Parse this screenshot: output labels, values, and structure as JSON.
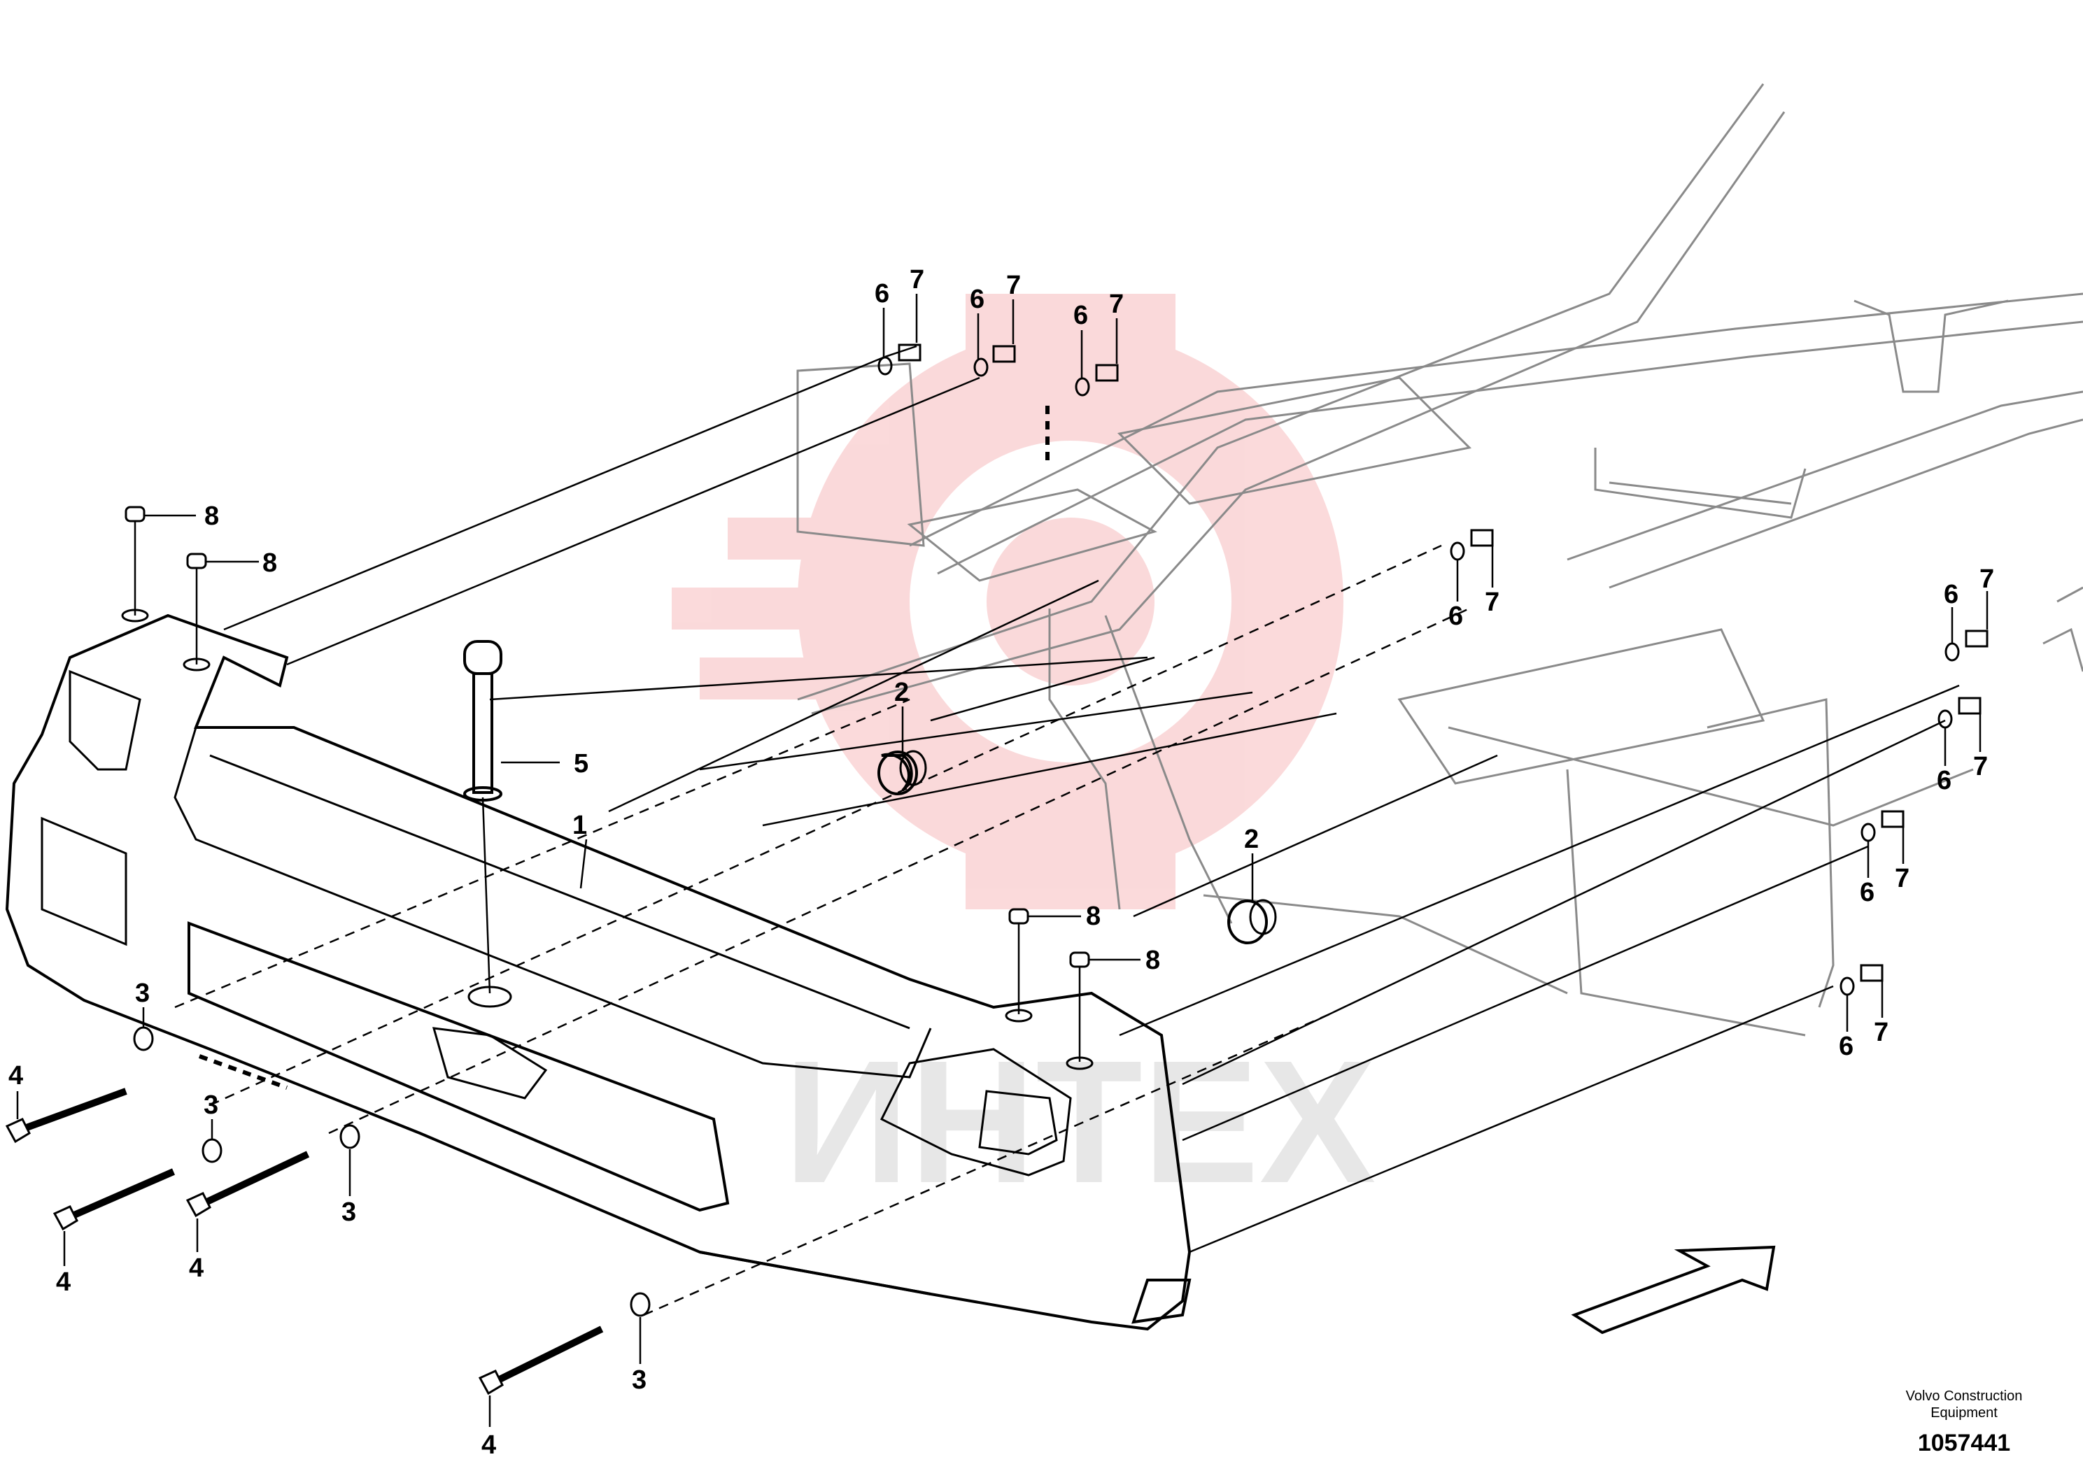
{
  "watermark": {
    "text": "ИНТЕХ",
    "logo_color": "#e8343a"
  },
  "callouts": {
    "c_6a": "6",
    "c_7a": "7",
    "c_6b": "6",
    "c_7b": "7",
    "c_6c": "6",
    "c_7c": "7",
    "c_8a": "8",
    "c_8b": "8",
    "c_8c": "8",
    "c_8d": "8",
    "c_5": "5",
    "c_1": "1",
    "c_2a": "2",
    "c_2b": "2",
    "c_6d": "6",
    "c_7d": "7",
    "c_6e": "6",
    "c_7e": "7",
    "c_6f": "6",
    "c_7f": "7",
    "c_6g": "6",
    "c_7g": "7",
    "c_6h": "6",
    "c_7h": "7",
    "c_3a": "3",
    "c_4a": "4",
    "c_3b": "3",
    "c_4b": "4",
    "c_3c": "3",
    "c_4c": "4",
    "c_3d": "3",
    "c_4d": "4"
  },
  "caption": {
    "company": "Volvo Construction Equipment",
    "drawing_number": "1057441"
  },
  "icons": {
    "direction_arrow": "direction-arrow-icon",
    "watermark_logo": "gear-logo-icon"
  }
}
